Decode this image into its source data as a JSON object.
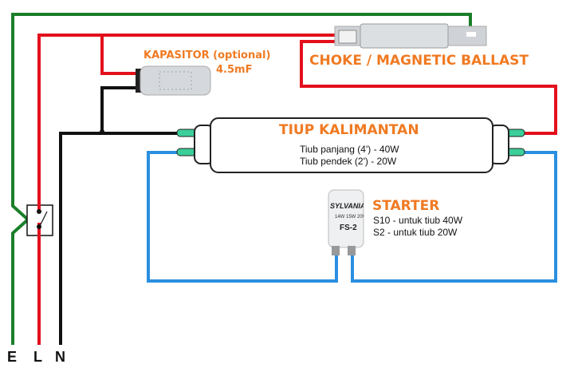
{
  "colors": {
    "earth": "#1a7f2a",
    "live": "#e3101c",
    "neutral": "#111111",
    "starter_wire": "#2a8fe0",
    "label": "#f07a22",
    "pin": "#3ccf9a"
  },
  "terminals": {
    "earth": "E",
    "live": "L",
    "neutral": "N"
  },
  "capacitor": {
    "title": "KAPASITOR (optional)",
    "value": "4.5mF"
  },
  "ballast": {
    "title": "CHOKE / MAGNETIC BALLAST"
  },
  "tube": {
    "title": "TIUP KALIMANTAN",
    "lines": [
      "Tiub panjang (4') - 40W",
      "Tiub pendek (2') - 20W"
    ]
  },
  "starter": {
    "title": "STARTER",
    "lines": [
      "S10 - untuk tiub 40W",
      "S2 - untuk tiub 20W"
    ],
    "brand": "SYLVANIA",
    "model": "FS-2",
    "rating": "14W 15W 20W"
  }
}
